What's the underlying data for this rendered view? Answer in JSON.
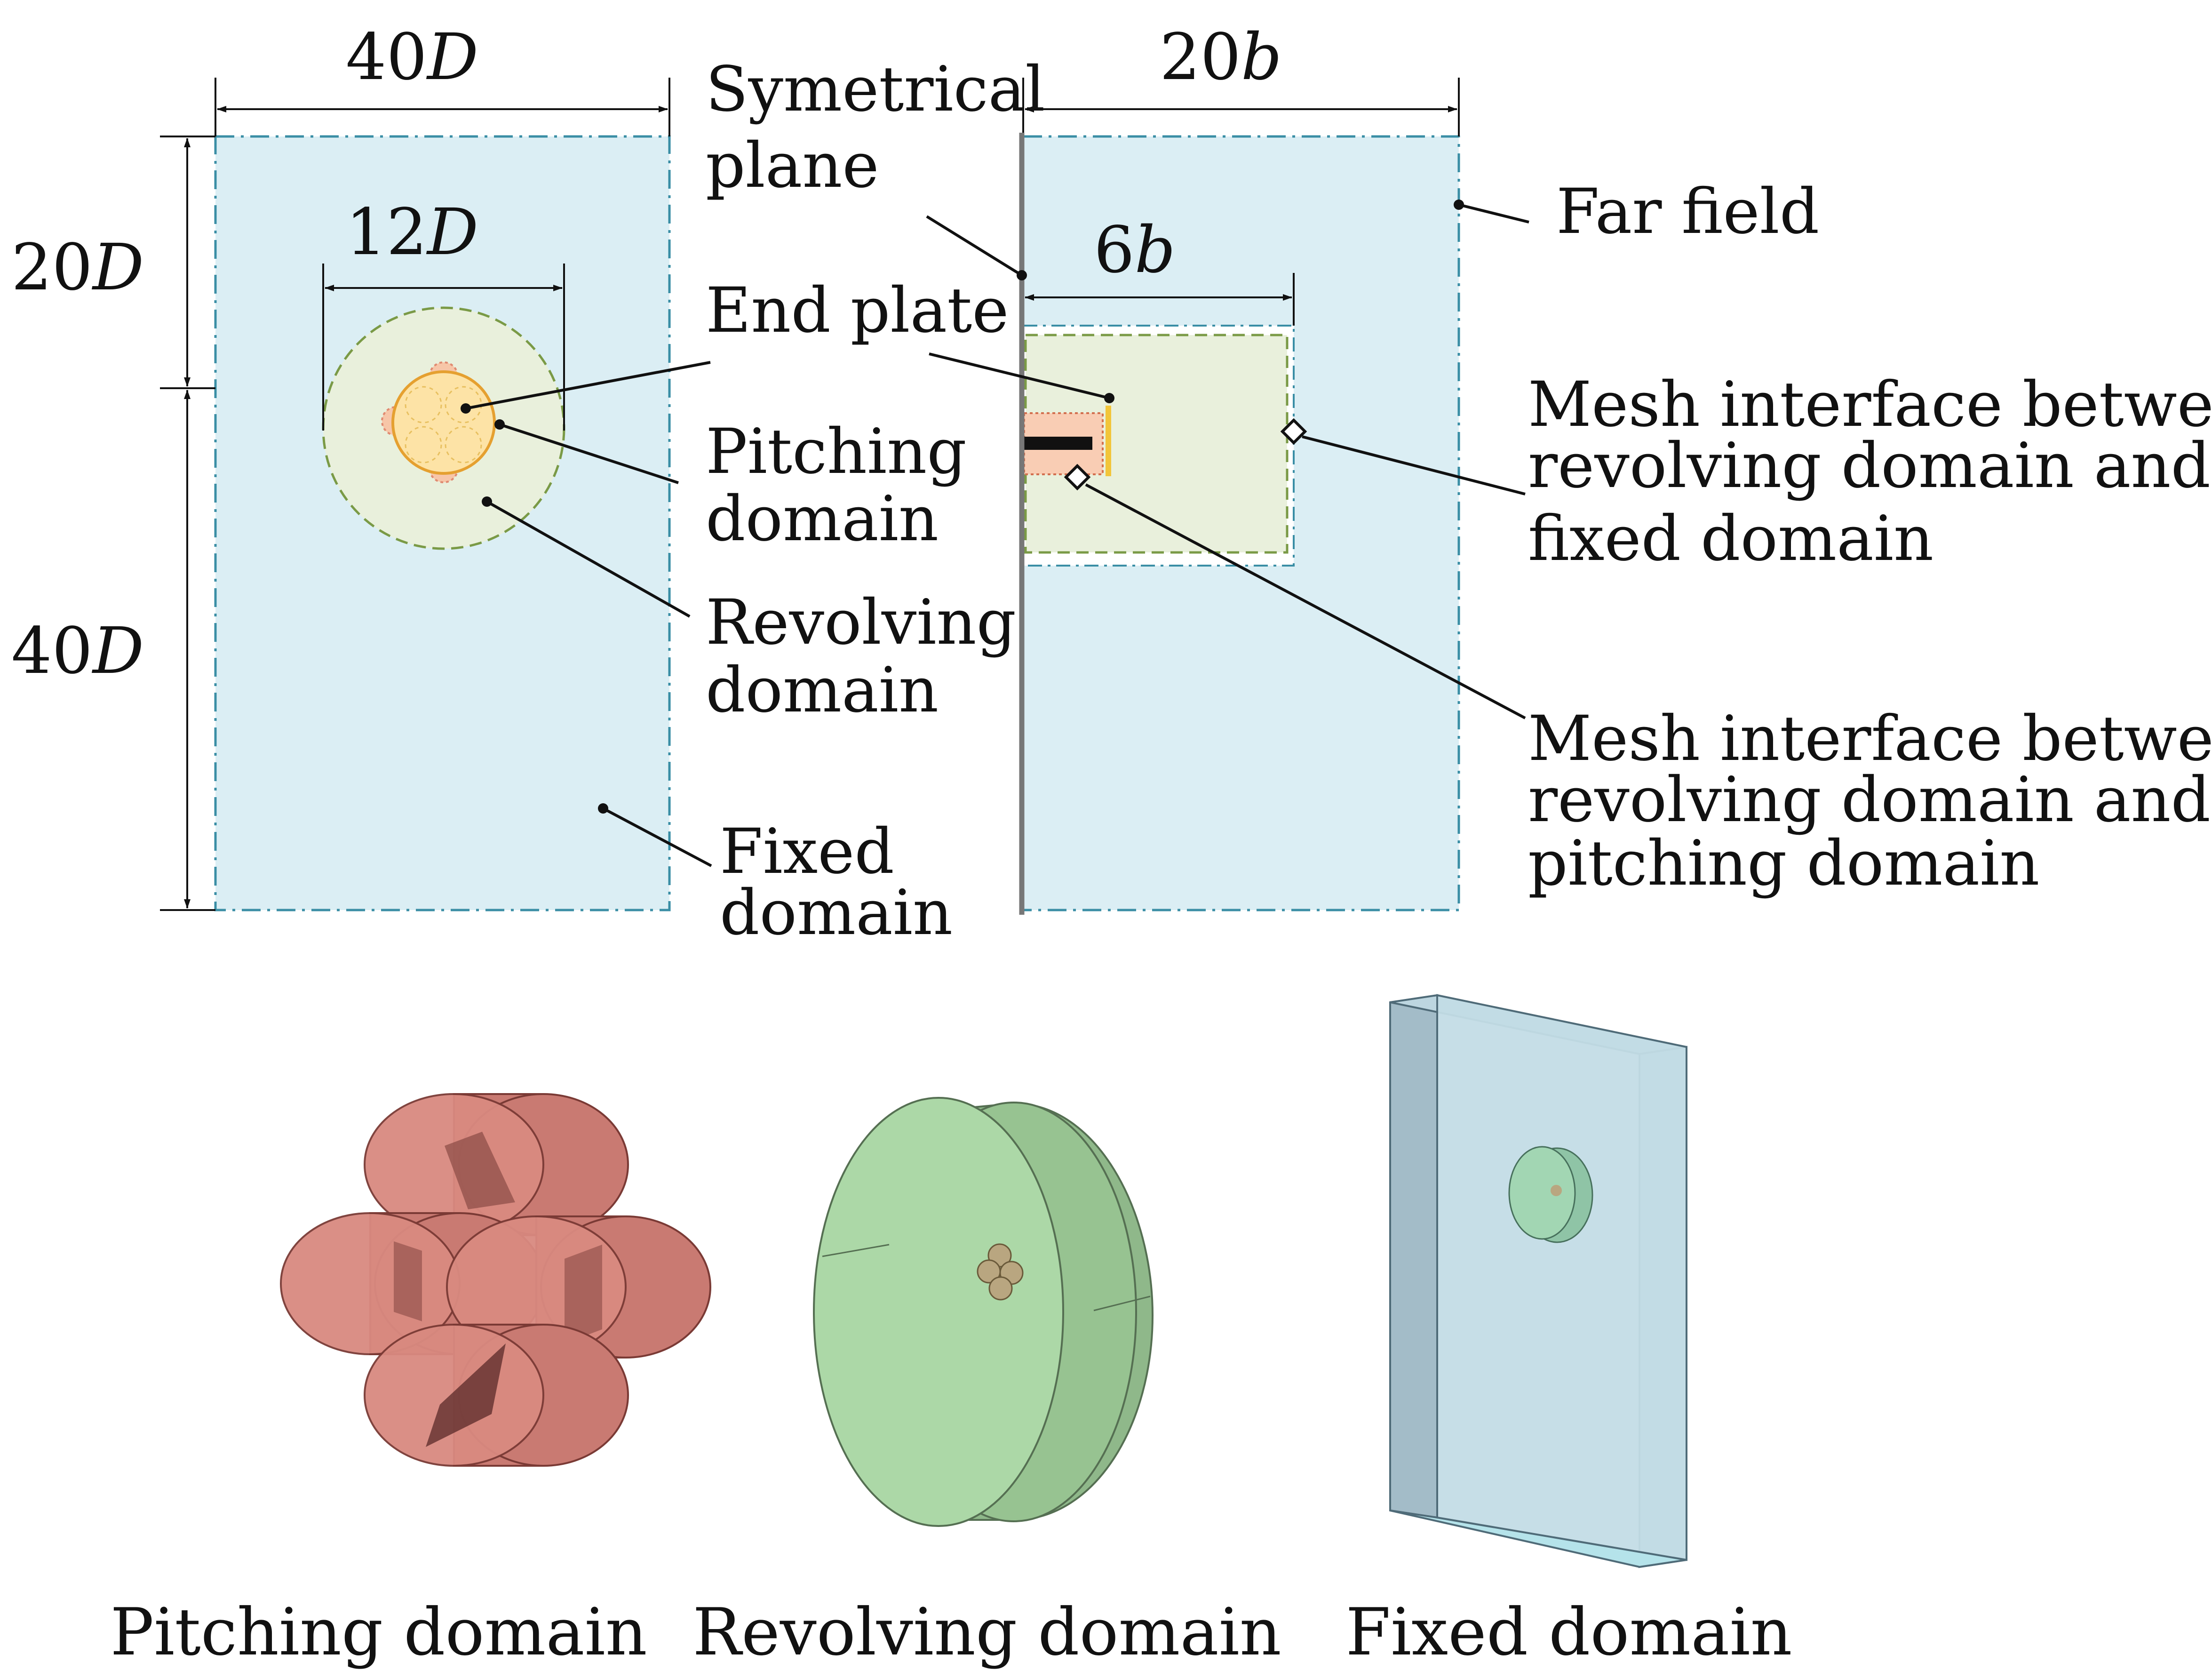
{
  "dimensions": {
    "left_width": {
      "num": "40",
      "var": "D"
    },
    "left_top_height": {
      "num": "20",
      "var": "D"
    },
    "left_bottom_height": {
      "num": "40",
      "var": "D"
    },
    "revolving_diameter": {
      "num": "12",
      "var": "D"
    },
    "right_width": {
      "num": "20",
      "var": "b"
    },
    "right_inner_width": {
      "num": "6",
      "var": "b"
    }
  },
  "labels": {
    "symmetrical_plane": [
      "Symetrical",
      "plane"
    ],
    "far_field": [
      "Far field"
    ],
    "end_plate": [
      "End plate"
    ],
    "pitching_domain": [
      "Pitching",
      "domain"
    ],
    "revolving_domain": [
      "Revolving",
      "domain"
    ],
    "fixed_domain": [
      "Fixed",
      "domain"
    ],
    "mesh_interface_fixed": [
      "Mesh interface between",
      "revolving domain and",
      "fixed domain"
    ],
    "mesh_interface_pitching": [
      "Mesh interface between",
      "revolving domain and",
      "pitching domain"
    ]
  },
  "captions": {
    "pitching": "Pitching domain",
    "revolving": "Revolving domain",
    "fixed": "Fixed domain"
  },
  "colors": {
    "fixed_fill": "#dbeef4",
    "revolving_fill": "#e9f0dc",
    "pitching_fill": "#fde3a6",
    "pitching_3d": "#d98a80",
    "revolving_3d": "#a9d9a4",
    "fixed_3d": "#c3dde6"
  }
}
